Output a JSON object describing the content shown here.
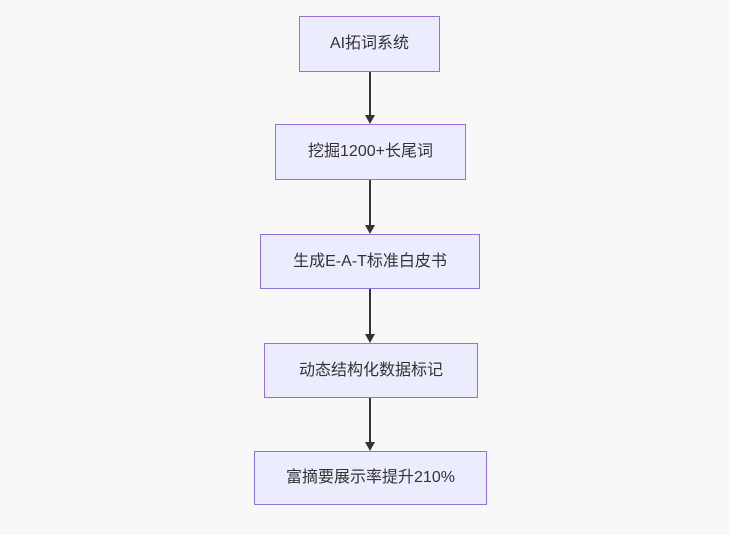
{
  "diagram": {
    "type": "flowchart",
    "direction": "top-down",
    "nodes": [
      {
        "id": "A",
        "label": "AI拓词系统"
      },
      {
        "id": "B",
        "label": "挖掘1200+长尾词"
      },
      {
        "id": "C",
        "label": "生成E-A-T标准白皮书"
      },
      {
        "id": "D",
        "label": "动态结构化数据标记"
      },
      {
        "id": "E",
        "label": "富摘要展示率提升210%"
      }
    ],
    "edges": [
      {
        "from": "A",
        "to": "B"
      },
      {
        "from": "B",
        "to": "C"
      },
      {
        "from": "C",
        "to": "D"
      },
      {
        "from": "D",
        "to": "E"
      }
    ],
    "colors": {
      "node_fill": "#ECECFF",
      "node_border": "#9370DB",
      "text": "#333333",
      "arrow": "#333333",
      "background": "#F8F8F8"
    }
  }
}
